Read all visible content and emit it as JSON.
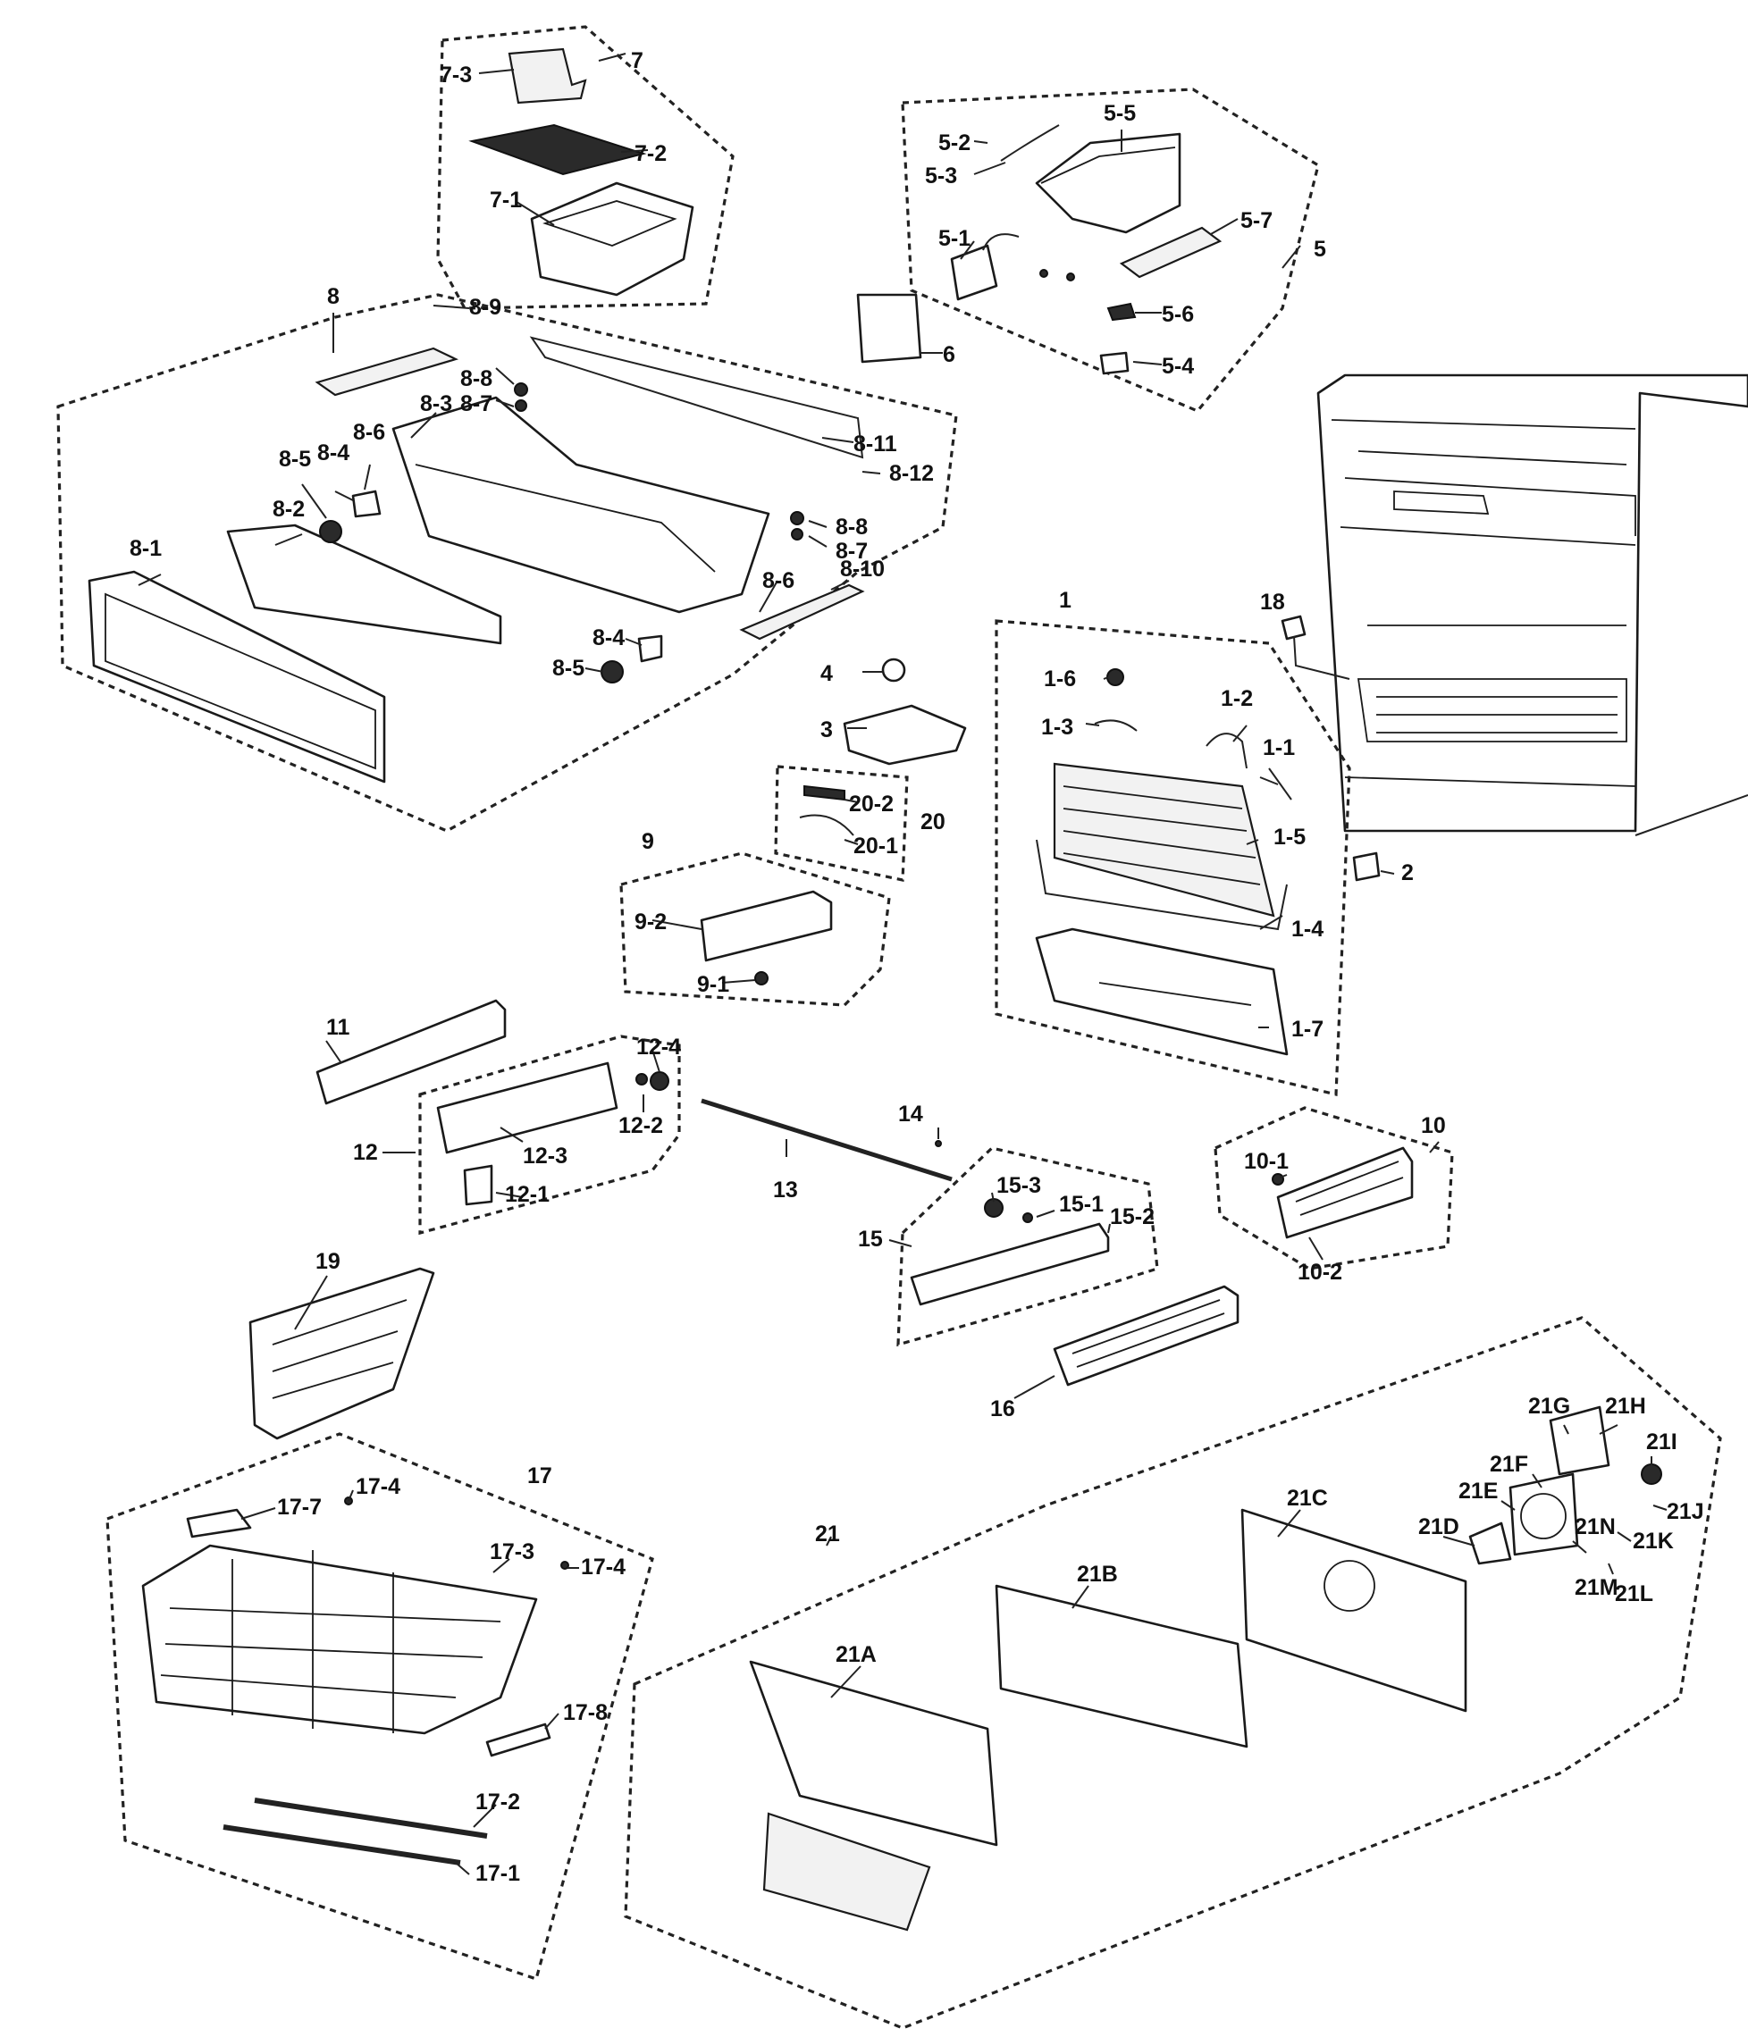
{
  "labels": {
    "l7": "7",
    "l7_1": "7-1",
    "l7_2": "7-2",
    "l7_3": "7-3",
    "l5": "5",
    "l5_1": "5-1",
    "l5_2": "5-2",
    "l5_3": "5-3",
    "l5_4": "5-4",
    "l5_5": "5-5",
    "l5_6": "5-6",
    "l5_7": "5-7",
    "l6": "6",
    "l8": "8",
    "l8_1": "8-1",
    "l8_2": "8-2",
    "l8_3": "8-3",
    "l8_4a": "8-4",
    "l8_4b": "8-4",
    "l8_5a": "8-5",
    "l8_5b": "8-5",
    "l8_6a": "8-6",
    "l8_6b": "8-6",
    "l8_7a": "8-7",
    "l8_7b": "8-7",
    "l8_8a": "8-8",
    "l8_8b": "8-8",
    "l8_9": "8-9",
    "l8_10": "8-10",
    "l8_11": "8-11",
    "l8_12": "8-12",
    "l18": "18",
    "l1": "1",
    "l1_1": "1-1",
    "l1_2": "1-2",
    "l1_3": "1-3",
    "l1_4": "1-4",
    "l1_5": "1-5",
    "l1_6": "1-6",
    "l1_7": "1-7",
    "l2": "2",
    "l3": "3",
    "l4": "4",
    "l20": "20",
    "l20_1": "20-1",
    "l20_2": "20-2",
    "l9": "9",
    "l9_1": "9-1",
    "l9_2": "9-2",
    "l11": "11",
    "l12": "12",
    "l12_1": "12-1",
    "l12_2": "12-2",
    "l12_3": "12-3",
    "l12_4": "12-4",
    "l13": "13",
    "l14": "14",
    "l15": "15",
    "l15_1": "15-1",
    "l15_2": "15-2",
    "l15_3": "15-3",
    "l10": "10",
    "l10_1": "10-1",
    "l10_2": "10-2",
    "l16": "16",
    "l19": "19",
    "l17": "17",
    "l17_1": "17-1",
    "l17_2": "17-2",
    "l17_3": "17-3",
    "l17_4a": "17-4",
    "l17_4b": "17-4",
    "l17_7": "17-7",
    "l17_8": "17-8",
    "l21": "21",
    "l21A": "21A",
    "l21B": "21B",
    "l21C": "21C",
    "l21D": "21D",
    "l21E": "21E",
    "l21F": "21F",
    "l21G": "21G",
    "l21H": "21H",
    "l21I": "21I",
    "l21J": "21J",
    "l21K": "21K",
    "l21L": "21L",
    "l21M": "21M",
    "l21N": "21N"
  }
}
